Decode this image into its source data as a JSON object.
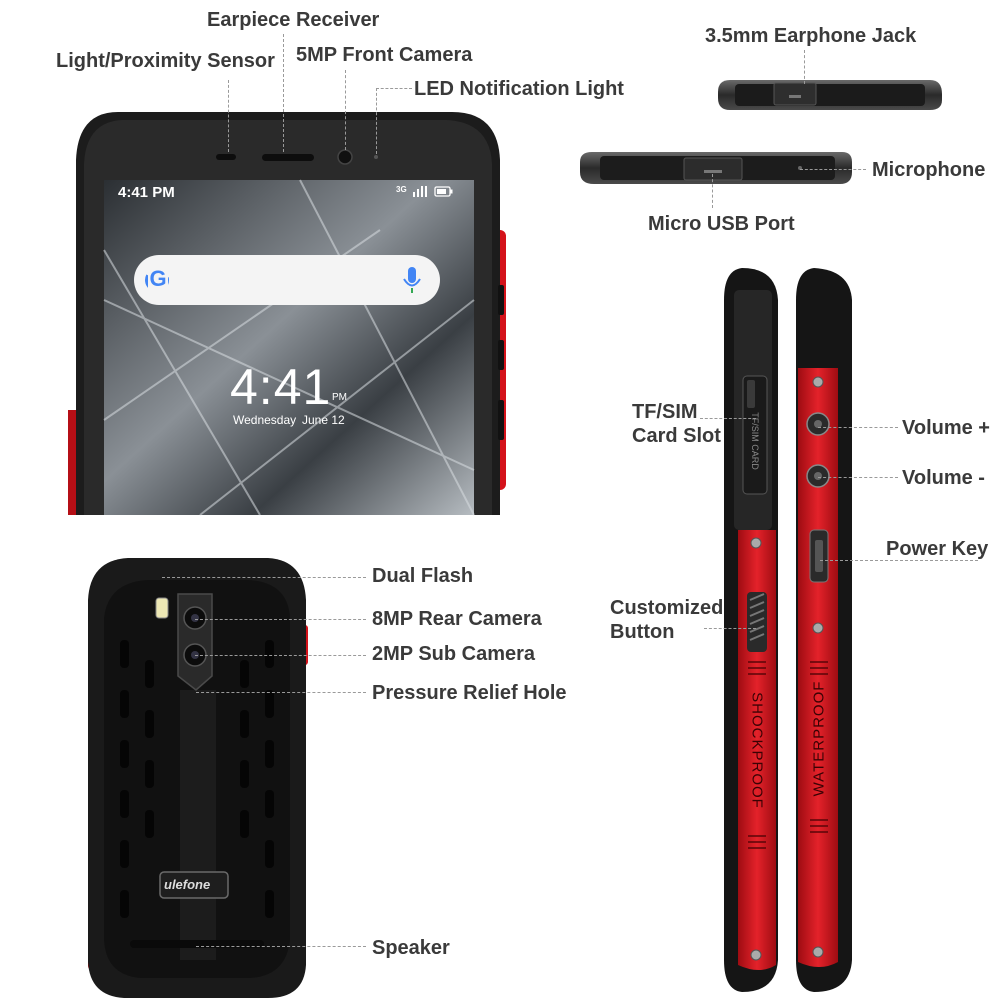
{
  "labels": {
    "earpiece": "Earpiece Receiver",
    "light_sensor": "Light/Proximity Sensor",
    "front_camera": "5MP Front Camera",
    "led": "LED Notification Light",
    "earphone_jack": "3.5mm Earphone Jack",
    "microphone": "Microphone",
    "usb": "Micro USB Port",
    "tf_sim_line1": "TF/SIM",
    "tf_sim_line2": "Card Slot",
    "volume_up": "Volume +",
    "volume_down": "Volume -",
    "power_key": "Power Key",
    "custom_line1": "Customized",
    "custom_line2": "Button",
    "dual_flash": "Dual Flash",
    "rear_camera": "8MP Rear Camera",
    "sub_camera": "2MP Sub Camera",
    "relief_hole": "Pressure Relief Hole",
    "speaker": "Speaker"
  },
  "screen": {
    "status_time": "4:41 PM",
    "status_icons": "3G",
    "clock": "4:41",
    "clock_suffix": "PM",
    "date_day": "Wednesday",
    "date": "June 12",
    "search_logo": "G"
  },
  "device": {
    "brand": "ulefone",
    "card_tray_text": "TF/SIM CARD",
    "shockproof": "SHOCKPROOF",
    "waterproof": "WATERPROOF"
  },
  "colors": {
    "accent_red": "#d4121a",
    "body_black": "#1d1d1d",
    "frame_grey": "#3c3c3c",
    "leader": "#9a9a9a"
  },
  "icons": [
    "google-logo-icon",
    "microphone-icon",
    "signal-icon",
    "battery-icon"
  ]
}
